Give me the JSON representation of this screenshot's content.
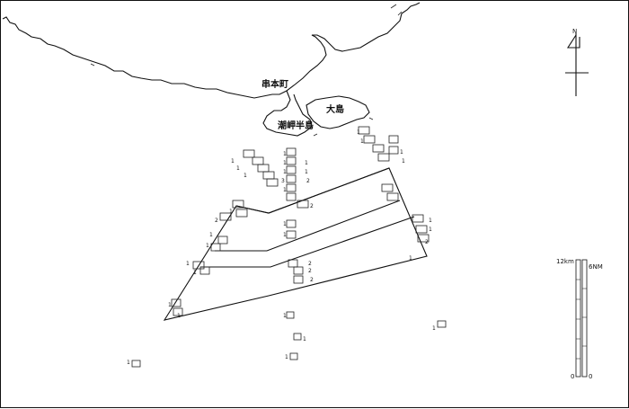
{
  "places": {
    "kushimoto": "串本町",
    "oshima": "大島",
    "shionomisaki": "潮岬半島"
  },
  "north_label": "N",
  "scale": {
    "km_label": "12km",
    "nm_label": "6NM",
    "km_zero": "0",
    "nm_zero": "0"
  },
  "icons": [
    "north-arrow-icon"
  ],
  "colors": {
    "ink": "#111111",
    "background": "#ffffff"
  }
}
